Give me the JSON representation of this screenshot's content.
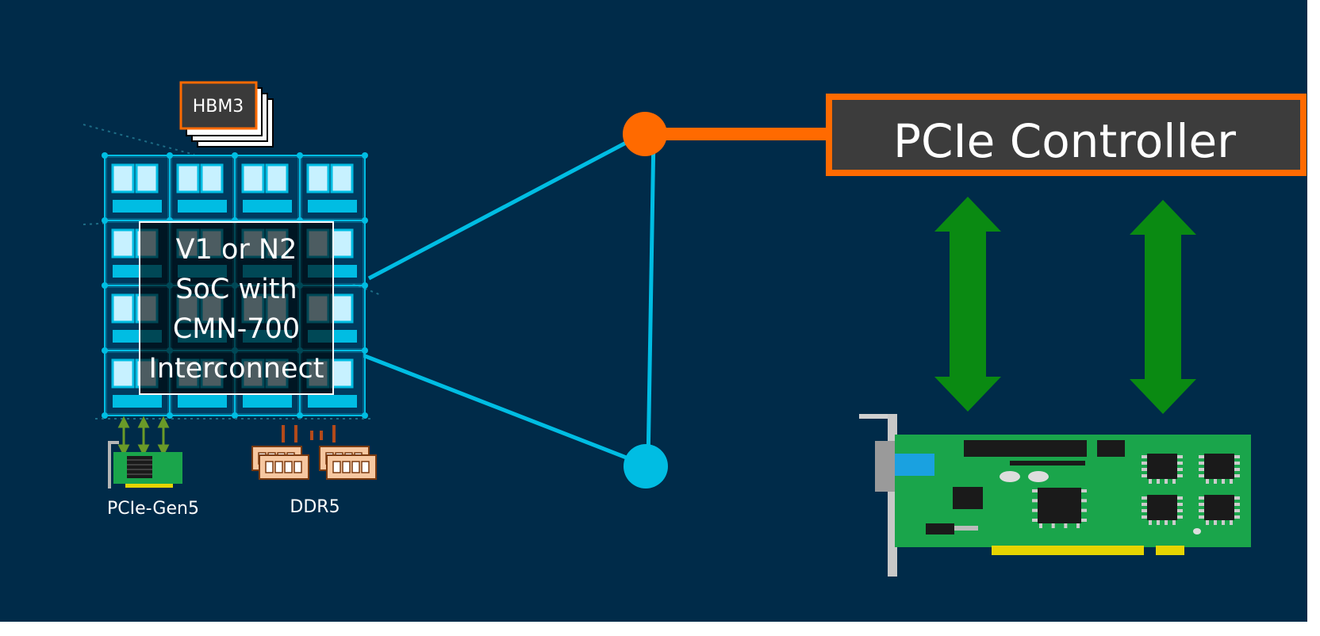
{
  "slide": {
    "background": "#002b49",
    "accent_orange": "#ff6a00",
    "accent_cyan": "#00bde3",
    "arrow_green": "#0a8a12"
  },
  "soc": {
    "hbm_label": "HBM3",
    "center_lines": [
      "V1 or N2",
      "SoC with",
      "CMN-700",
      "Interconnect"
    ],
    "pcie_label": "PCIe-Gen5",
    "ddr_label": "DDR5"
  },
  "controller": {
    "label": "PCIe Controller"
  },
  "icons": {
    "hbm": "hbm3-stack-icon",
    "pcie_card_small": "pcie-card-icon",
    "ddr": "ddr5-memory-icon",
    "pcie_card_large": "pcie-expansion-card-icon",
    "arrows": "bidirectional-arrow-icon"
  }
}
